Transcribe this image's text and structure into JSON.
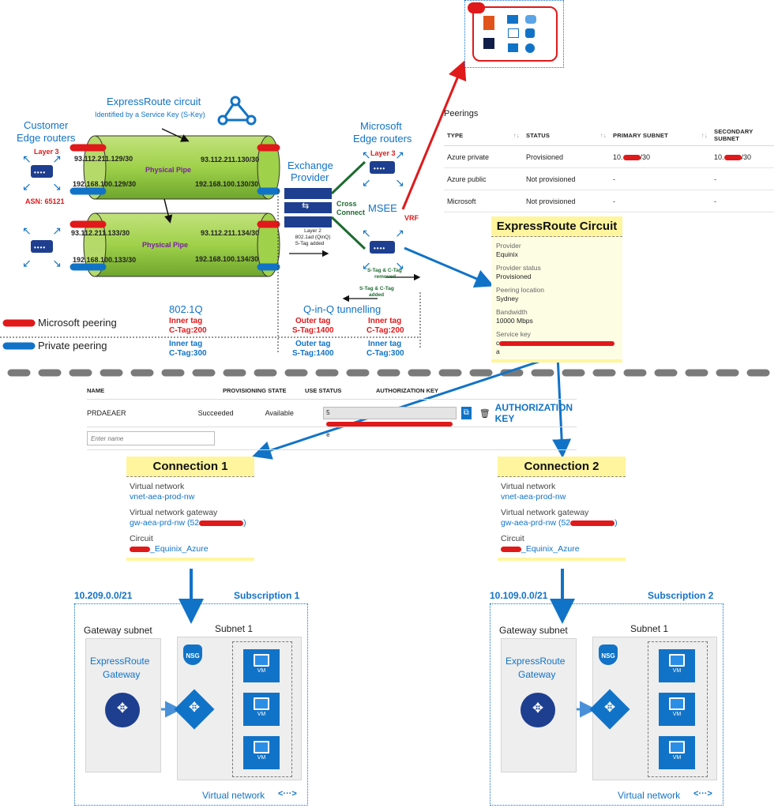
{
  "cloud_services": {
    "icons": [
      "office-icon",
      "dynamics-icon",
      "table-icon",
      "media-icon",
      "sql-icon",
      "blob-icon",
      "storage-icon",
      "monitor-icon",
      "globe-icon"
    ]
  },
  "peerings": {
    "title": "Peerings",
    "headers": [
      "TYPE",
      "STATUS",
      "PRIMARY SUBNET",
      "SECONDARY SUBNET"
    ],
    "rows": [
      {
        "type": "Azure private",
        "status": "Provisioned",
        "primary": "10.",
        "primary_suffix": "/30",
        "secondary": "10.",
        "secondary_suffix": "/30"
      },
      {
        "type": "Azure public",
        "status": "Not provisioned",
        "primary": "-",
        "secondary": "-"
      },
      {
        "type": "Microsoft",
        "status": "Not provisioned",
        "primary": "-",
        "secondary": "-"
      }
    ]
  },
  "left_diagram": {
    "circuit_title": "ExpressRoute circuit",
    "circuit_sub": "Identified by a Service Key (S-Key)",
    "customer_title_1": "Customer",
    "customer_title_2": "Edge routers",
    "layer3": "Layer 3",
    "asn": "ASN: 65121",
    "pipe_label": "Physical Pipe",
    "pipe1_tl": "93.112.211.129/30",
    "pipe1_bl": "192.168.100.129/30",
    "pipe1_tr": "93.112.211.130/30",
    "pipe1_br": "192.168.100.130/30",
    "pipe2_tl": "93.112.211.133/30",
    "pipe2_bl": "192.168.100.133/30",
    "pipe2_tr": "93.112.211.134/30",
    "pipe2_br": "192.168.100.134/30",
    "exchange_1": "Exchange",
    "exchange_2": "Provider",
    "cross_1": "Cross",
    "cross_2": "Connect",
    "layer2_1": "Layer 2",
    "layer2_2": "802.1ad (QinQ)",
    "layer2_3": "S-Tag added",
    "ms_title_1": "Microsoft",
    "ms_title_2": "Edge routers",
    "msee": "MSEE",
    "vrf": "VRF",
    "stag_removed_1": "S-Tag & C-Tag",
    "stag_removed_2": "removed",
    "stag_added_1": "S-Tag & C-Tag",
    "stag_added_2": "added",
    "legend_ms": "Microsoft peering",
    "legend_private": "Private peering",
    "dot1q": "802.1Q",
    "qinq": "Q-in-Q tunnelling",
    "inner_tag": "Inner tag",
    "outer_tag": "Outer tag",
    "ctag200": "C-Tag:200",
    "ctag300": "C-Tag:300",
    "stag1400": "S-Tag:1400"
  },
  "circuit_card": {
    "title": "ExpressRoute Circuit",
    "provider_label": "Provider",
    "provider": "Equinix",
    "status_label": "Provider status",
    "status": "Provisioned",
    "location_label": "Peering location",
    "location": "Sydney",
    "bandwidth_label": "Bandwidth",
    "bandwidth": "10000 Mbps",
    "key_label": "Service key",
    "key_prefix": "c",
    "key_suffix": "a"
  },
  "auth_table": {
    "headers": [
      "NAME",
      "PROVISIONING STATE",
      "USE STATUS",
      "AUTHORIZATION KEY"
    ],
    "row": {
      "name": "PRDAEAER",
      "state": "Succeeded",
      "use": "Available",
      "key_prefix": "5",
      "key_suffix": "e"
    },
    "placeholder": "Enter name",
    "heading": "AUTHORIZATION KEY"
  },
  "connections": [
    {
      "title": "Connection 1",
      "vnet_label": "Virtual network",
      "vnet": "vnet-aea-prod-nw",
      "gw_label": "Virtual network gateway",
      "gw": "gw-aea-prd-nw (52",
      "gw_end": ")",
      "circuit_label": "Circuit",
      "circuit": "_Equinix_Azure",
      "cidr": "10.209.0.0/21",
      "subscription": "Subscription 1"
    },
    {
      "title": "Connection 2",
      "vnet_label": "Virtual network",
      "vnet": "vnet-aea-prod-nw",
      "gw_label": "Virtual network gateway",
      "gw": "gw-aea-prd-nw (52",
      "gw_end": ")",
      "circuit_label": "Circuit",
      "circuit": "_Equinix_Azure",
      "cidr": "10.109.0.0/21",
      "subscription": "Subscription 2"
    }
  ],
  "vnet": {
    "gateway_subnet": "Gateway subnet",
    "subnet": "Subnet 1",
    "gateway_1": "ExpressRoute",
    "gateway_2": "Gateway",
    "nsg": "NSG",
    "vm": "VM",
    "footer": "Virtual network",
    "footer_icon": "<···>"
  },
  "colors": {
    "blue": "#1173c7",
    "red": "#e0191b",
    "green_pipe": "#9fd14a",
    "yellow": "#fff59e"
  }
}
